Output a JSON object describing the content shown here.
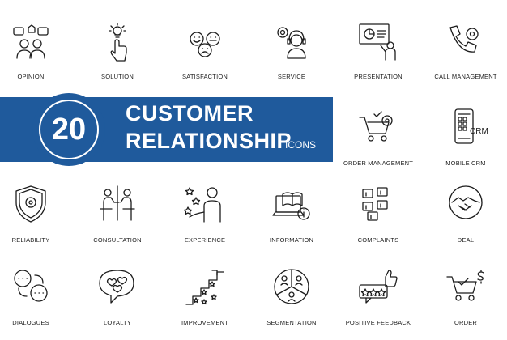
{
  "banner": {
    "number": "20",
    "title_line1": "CUSTOMER",
    "title_line2": "RELATIONSHIP",
    "suffix": "ICONS",
    "color": "#1f5a9c"
  },
  "icons": [
    {
      "label": "OPINION",
      "icon": "opinion-icon"
    },
    {
      "label": "SOLUTION",
      "icon": "solution-icon"
    },
    {
      "label": "SATISFACTION",
      "icon": "satisfaction-icon"
    },
    {
      "label": "SERVICE",
      "icon": "service-icon"
    },
    {
      "label": "PRESENTATION",
      "icon": "presentation-icon"
    },
    {
      "label": "CALL MANAGEMENT",
      "icon": "call-management-icon"
    },
    {
      "label": "ORDER MANAGEMENT",
      "icon": "order-management-icon"
    },
    {
      "label": "MOBILE CRM",
      "icon": "mobile-crm-icon",
      "screen_text": "CRM"
    },
    {
      "label": "RELIABILITY",
      "icon": "reliability-icon"
    },
    {
      "label": "CONSULTATION",
      "icon": "consultation-icon"
    },
    {
      "label": "EXPERIENCE",
      "icon": "experience-icon"
    },
    {
      "label": "INFORMATION",
      "icon": "information-icon"
    },
    {
      "label": "COMPLAINTS",
      "icon": "complaints-icon"
    },
    {
      "label": "DEAL",
      "icon": "deal-icon"
    },
    {
      "label": "DIALOGUES",
      "icon": "dialogues-icon"
    },
    {
      "label": "LOYALTY",
      "icon": "loyalty-icon"
    },
    {
      "label": "IMPROVEMENT",
      "icon": "improvement-icon"
    },
    {
      "label": "SEGMENTATION",
      "icon": "segmentation-icon"
    },
    {
      "label": "POSITIVE FEEDBACK",
      "icon": "positive-feedback-icon"
    },
    {
      "label": "ORDER",
      "icon": "order-icon"
    }
  ]
}
